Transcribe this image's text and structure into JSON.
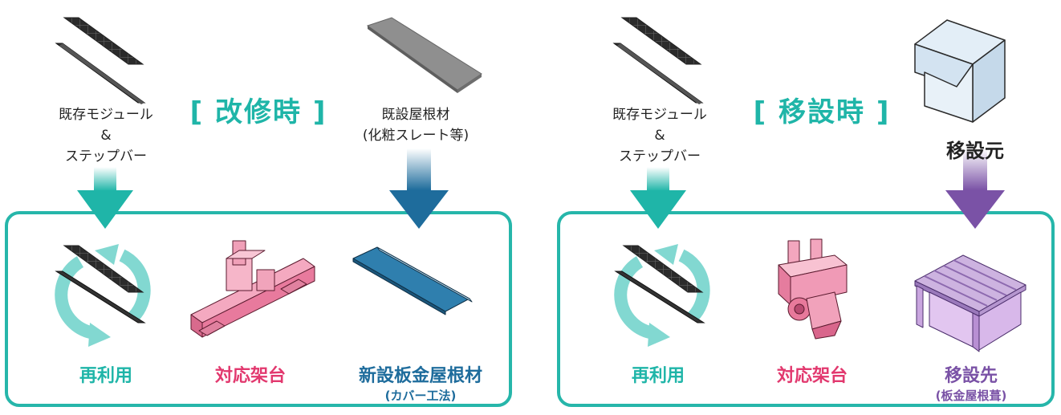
{
  "colors": {
    "teal": "#1fb5a8",
    "pink": "#e2386e",
    "blue": "#1e6c9c",
    "purple": "#7a52a6",
    "panel_border": "#26b6aa"
  },
  "left": {
    "title": "[ 改修時 ]",
    "source1": {
      "line1": "既存モジュール",
      "line2": "&",
      "line3": "ステップバー",
      "icon": "solar-module-and-step-bar"
    },
    "source2": {
      "line1": "既設屋根材",
      "line2": "(化粧スレート等)",
      "icon": "roof-sheet"
    },
    "results": [
      {
        "label": "再利用",
        "icon": "recycle-module"
      },
      {
        "label": "対応架台",
        "icon": "mounting-rack"
      },
      {
        "label": "新設板金屋根材",
        "sub": "(カバー工法)",
        "icon": "metal-roof-panel"
      }
    ]
  },
  "right": {
    "title": "[ 移設時 ]",
    "source1": {
      "line1": "既存モジュール",
      "line2": "&",
      "line3": "ステップバー",
      "icon": "solar-module-and-step-bar"
    },
    "source2": {
      "label": "移設元",
      "icon": "house"
    },
    "results": [
      {
        "label": "再利用",
        "icon": "recycle-module"
      },
      {
        "label": "対応架台",
        "icon": "mounting-bracket"
      },
      {
        "label": "移設先",
        "sub": "(板金屋根葺)",
        "icon": "carport-roof"
      }
    ]
  }
}
